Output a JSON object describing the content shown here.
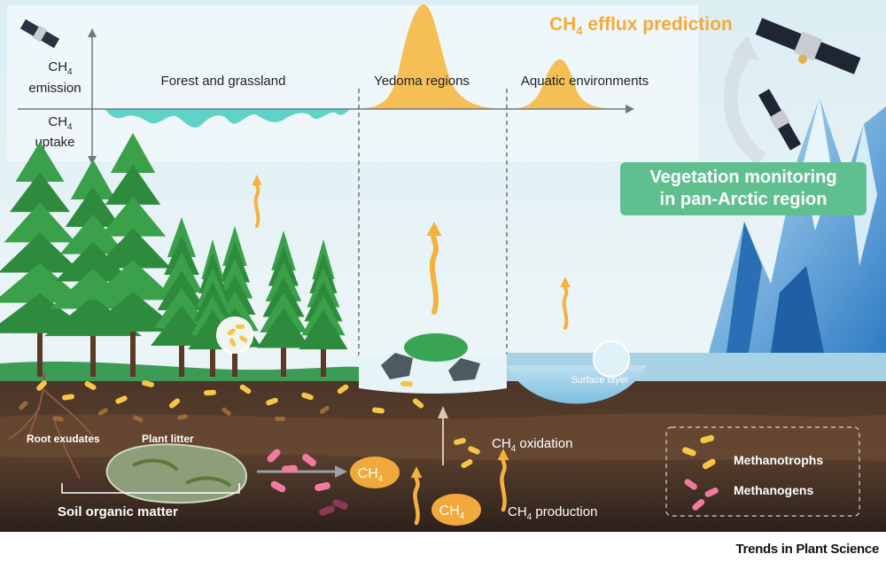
{
  "figure": {
    "axis": {
      "emission_label_top": "CH",
      "emission_sub": "4",
      "emission_label_bottom": "emission",
      "uptake_label_top": "CH",
      "uptake_sub": "4",
      "uptake_label_bottom": "uptake"
    },
    "regions": {
      "forest": "Forest and grassland",
      "yedoma": "Yedoma regions",
      "aquatic": "Aquatic environments"
    },
    "prediction": {
      "pre": "CH",
      "sub": "4",
      "post": " efflux prediction"
    },
    "vegetation": {
      "line1": "Vegetation monitoring",
      "line2": "in pan-Arctic region"
    },
    "surface_layer": "Surface layer",
    "soil": {
      "root_exudates": "Root exudates",
      "plant_litter": "Plant litter",
      "soil_organic_matter": "Soil organic matter"
    },
    "processes": {
      "ch4_bubble_1_pre": "CH",
      "ch4_bubble_1_sub": "4",
      "ch4_bubble_2_pre": "CH",
      "ch4_bubble_2_sub": "4",
      "oxidation_pre": "CH",
      "oxidation_sub": "4",
      "oxidation_post": " oxidation",
      "production_pre": "CH",
      "production_sub": "4",
      "production_post": " production"
    },
    "legend": {
      "methanotrophs": "Methanotrophs",
      "methanogens": "Methanogens"
    },
    "credit": "Trends in Plant Science",
    "colors": {
      "sky": "#e4f1f5",
      "emission_peak": "#f5bf55",
      "uptake_fill": "#5fd3c6",
      "tree_green": "#2e8a3c",
      "soil_dark": "#3b2a22",
      "ice_blue": "#3a8fd0",
      "methanotroph": "#f5c646",
      "methanogen": "#f07aa0",
      "vegetation_box": "#5fbf8f",
      "ch4_bubble": "#f2a93b"
    }
  }
}
